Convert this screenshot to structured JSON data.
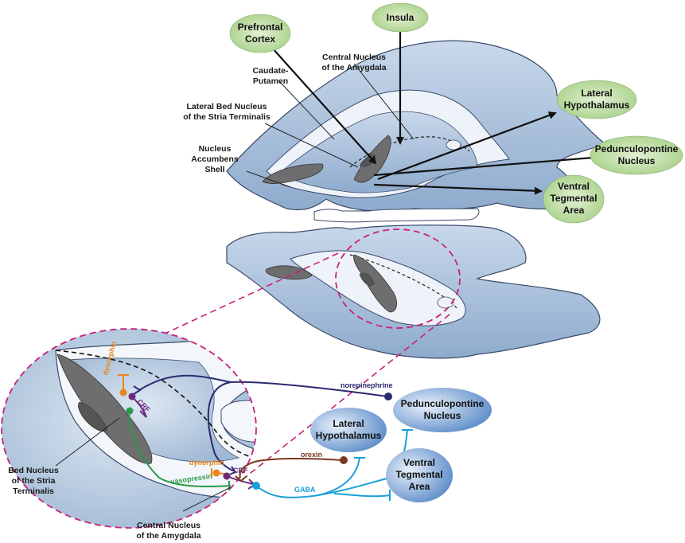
{
  "upper_targets": {
    "prefrontal": [
      "Prefrontal",
      "Cortex"
    ],
    "insula": [
      "Insula"
    ],
    "lateral_hypothalamus": [
      "Lateral",
      "Hypothalamus"
    ],
    "pedunculopontine": [
      "Pedunculopontine",
      "Nucleus"
    ],
    "ventral_tegmental": [
      "Ventral",
      "Tegmental",
      "Area"
    ]
  },
  "upper_labels": {
    "central_nucleus": [
      "Central Nucleus",
      "of the Amygdala"
    ],
    "caudate_putamen": [
      "Caudate-",
      "Putamen"
    ],
    "lateral_bed_nucleus": [
      "Lateral Bed Nucleus",
      "of the Stria Terminalis"
    ],
    "nucleus_accumbens": [
      "Nucleus",
      "Accumbens",
      "Shell"
    ]
  },
  "lower_targets": {
    "pedunculopontine": [
      "Pedunculopontine",
      "Nucleus"
    ],
    "lateral_hypothalamus": [
      "Lateral",
      "Hypothalamus"
    ],
    "ventral_tegmental": [
      "Ventral",
      "Tegmental",
      "Area"
    ]
  },
  "lower_labels": {
    "bed_nucleus": [
      "Bed Nucleus",
      "of the Stria",
      "Terminalis"
    ],
    "central_nucleus": [
      "Central Nucleus",
      "of the Amygdala"
    ]
  },
  "neurotransmitters": {
    "norepinephrine": "norepinephrine",
    "dynorphin_1": "dynorphin",
    "crf_1": "CRF",
    "dynorphin_2": "dynorphin",
    "crf_2": "CRF",
    "orexin": "orexin",
    "vasopressin": "vasopressin",
    "gaba": "GABA"
  },
  "colors": {
    "green_bubble": "#b5d69a",
    "blue_bubble": "#6f9bd0",
    "brain_fill": "#a9c0da",
    "gray_nucleus": "#6e6e6e",
    "magenta_dash": "#c8207a",
    "norepinephrine": "#2a2a70",
    "dynorphin": "#e8861e",
    "crf": "#6b2a7a",
    "orexin": "#7a3a20",
    "vasopressin": "#2a9a4a",
    "gaba": "#1aa0d8"
  }
}
